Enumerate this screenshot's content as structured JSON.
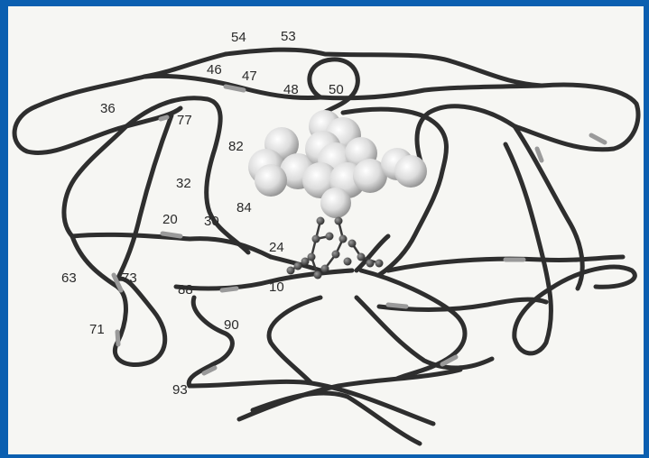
{
  "residue_labels": [
    {
      "text": "54",
      "id": "54"
    },
    {
      "text": "53",
      "id": "53"
    },
    {
      "text": "46",
      "id": "46"
    },
    {
      "text": "47",
      "id": "47"
    },
    {
      "text": "48",
      "id": "48"
    },
    {
      "text": "50",
      "id": "50"
    },
    {
      "text": "36",
      "id": "36"
    },
    {
      "text": "77",
      "id": "77"
    },
    {
      "text": "82",
      "id": "82"
    },
    {
      "text": "32",
      "id": "32"
    },
    {
      "text": "20",
      "id": "20"
    },
    {
      "text": "30",
      "id": "30"
    },
    {
      "text": "84",
      "id": "84"
    },
    {
      "text": "24",
      "id": "24"
    },
    {
      "text": "63",
      "id": "63"
    },
    {
      "text": "73",
      "id": "73"
    },
    {
      "text": "88",
      "id": "88"
    },
    {
      "text": "10",
      "id": "10"
    },
    {
      "text": "71",
      "id": "71"
    },
    {
      "text": "90",
      "id": "90"
    },
    {
      "text": "93",
      "id": "93"
    }
  ],
  "colors": {
    "frame": "#0b5fb0",
    "background": "#f6f6f3",
    "ribbon": "#2e2e2e",
    "ribbon_highlight": "#9a9a9a",
    "sphere_light": "#ffffff",
    "sphere_dark": "#8c8c8c",
    "ball_stick": "#4a4a4a"
  }
}
